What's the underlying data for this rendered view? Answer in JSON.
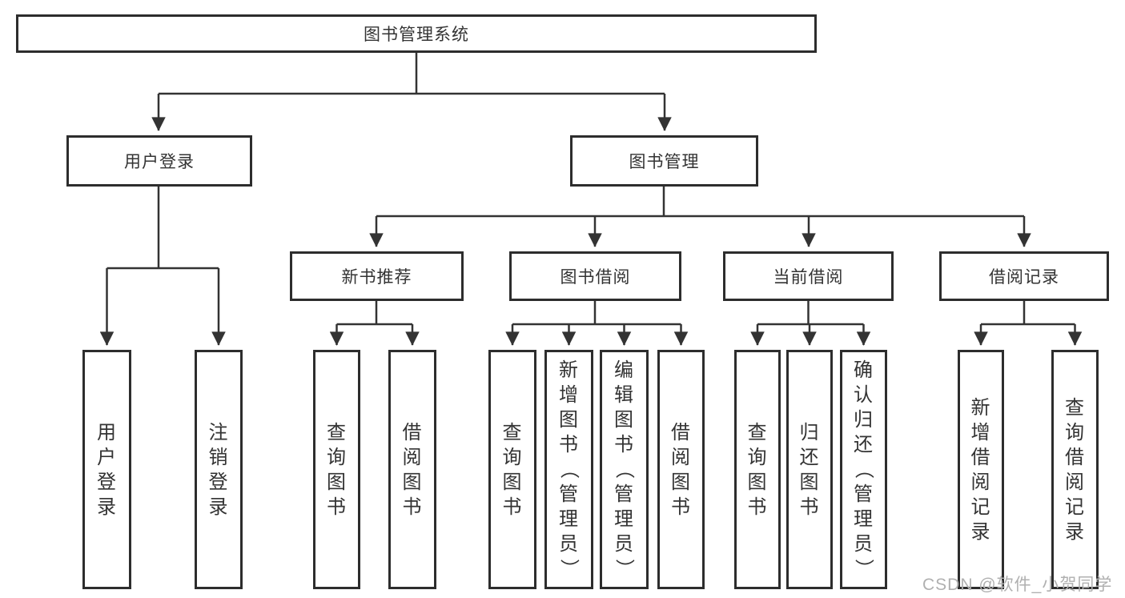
{
  "tree": {
    "root": {
      "label": "图书管理系统",
      "children": [
        {
          "label": "用户登录",
          "children": [
            {
              "label": "用户登录"
            },
            {
              "label": "注销登录"
            }
          ]
        },
        {
          "label": "图书管理",
          "children": [
            {
              "label": "新书推荐",
              "children": [
                {
                  "label": "查询图书"
                },
                {
                  "label": "借阅图书"
                }
              ]
            },
            {
              "label": "图书借阅",
              "children": [
                {
                  "label": "查询图书"
                },
                {
                  "label": "新增图书（管理员）"
                },
                {
                  "label": "编辑图书（管理员）"
                },
                {
                  "label": "借阅图书"
                }
              ]
            },
            {
              "label": "当前借阅",
              "children": [
                {
                  "label": "查询图书"
                },
                {
                  "label": "归还图书"
                },
                {
                  "label": "确认归还（管理员）"
                }
              ]
            },
            {
              "label": "借阅记录",
              "children": [
                {
                  "label": "新增借阅记录"
                },
                {
                  "label": "查询借阅记录"
                }
              ]
            }
          ]
        }
      ]
    }
  },
  "watermark": "CSDN @软件_小贺同学",
  "colors": {
    "line": "#333333",
    "box_border": "#2d2d2d",
    "text": "#333333",
    "watermark": "#b0b0b0",
    "background": "#ffffff"
  }
}
